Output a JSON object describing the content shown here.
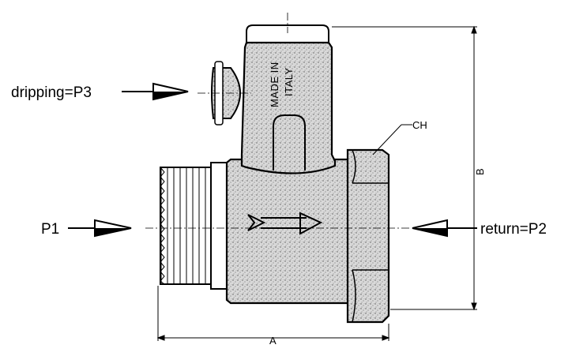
{
  "labels": {
    "dripping": "dripping=P3",
    "inlet": "P1",
    "return": "return=P2",
    "hex": "CH",
    "dim_height": "B",
    "dim_length": "A",
    "stamp_line1": "MADE IN",
    "stamp_line2": "ITALY"
  },
  "colors": {
    "ink": "#000000",
    "stipple": "#bdbdbd",
    "paper": "#ffffff"
  }
}
